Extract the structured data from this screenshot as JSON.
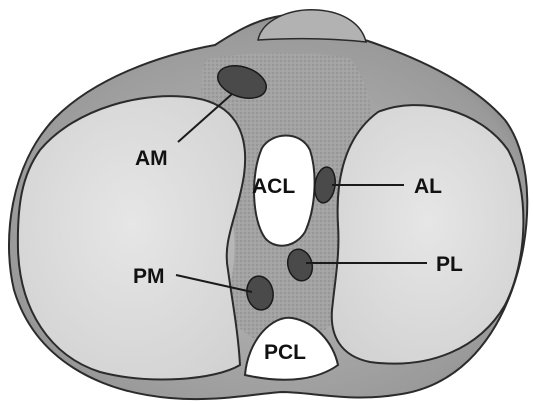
{
  "labels": {
    "am": "AM",
    "acl": "ACL",
    "al": "AL",
    "pm": "PM",
    "pl": "PL",
    "pcl": "PCL"
  },
  "colors": {
    "bone_outline": "#2b2b2b",
    "plateau_fill": "#dcdcdc",
    "rim_shading": "#8f8f8f",
    "intercondylar": "#9a9a9a",
    "insertion_spot": "#4a4a4a",
    "ligament_fill": "#ffffff",
    "leader_line": "#1a1a1a"
  }
}
